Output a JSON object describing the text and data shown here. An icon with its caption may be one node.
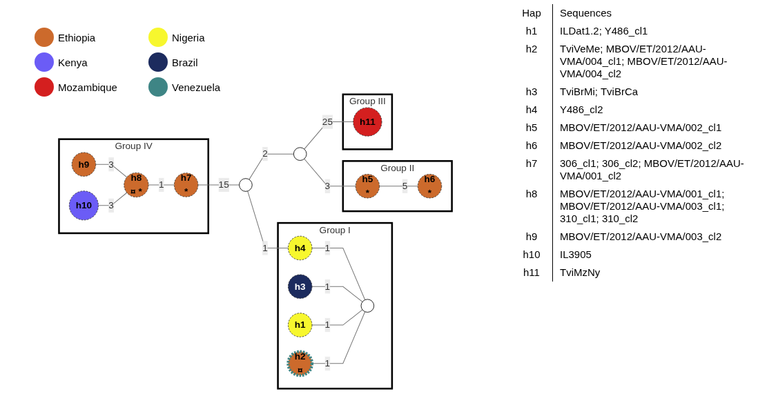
{
  "diagram": {
    "nodes": [
      {
        "text": [
          "Group IV"
        ]
      },
      {
        "text": [
          "h9"
        ],
        "in": 0
      },
      {
        "text": [
          "h10"
        ],
        "in": 0
      },
      {
        "text": [
          "h8",
          "¤ *"
        ],
        "in": 0
      },
      {
        "text": [
          "h7",
          "*"
        ],
        "in": 0
      },
      {
        "text": [
          "Group I"
        ]
      },
      {
        "text": [
          "h3"
        ],
        "in": 5
      },
      {
        "text": [
          "h4"
        ],
        "in": 5
      },
      {
        "text": [],
        "shape": "circle",
        "in": 5
      },
      {
        "text": [
          "h1"
        ],
        "in": 5
      },
      {
        "text": [
          "h2",
          "¤"
        ],
        "in": 5
      },
      {
        "text": [
          "Group II"
        ]
      },
      {
        "text": [
          "h5",
          "*"
        ],
        "in": 11
      },
      {
        "text": [
          "h6",
          "*"
        ],
        "in": 11
      },
      {
        "text": [
          "Group III"
        ]
      },
      {
        "text": [
          "h11"
        ],
        "in": 14
      },
      {
        "text": [],
        "shape": "circle"
      },
      {
        "text": [],
        "shape": "circle"
      }
    ],
    "edges": [
      {
        "from": 1,
        "to": 3,
        "arrow": "none",
        "label": "3"
      },
      {
        "from": 2,
        "to": 3,
        "arrow": "none",
        "label": "3"
      },
      {
        "from": 3,
        "to": 4,
        "arrow": "none",
        "label": "1"
      },
      {
        "from": 4,
        "to": 16,
        "arrow": "none",
        "label": "15"
      },
      {
        "from": 16,
        "to": 7,
        "arrow": "none",
        "label": "1"
      },
      {
        "from": 16,
        "to": 17,
        "arrow": "none",
        "label": "2"
      },
      {
        "from": 17,
        "to": 15,
        "arrow": "none",
        "label": "25"
      },
      {
        "from": 17,
        "to": 12,
        "arrow": "none",
        "label": "3"
      },
      {
        "from": 12,
        "to": 13,
        "arrow": "none",
        "label": "5"
      },
      {
        "from": 7,
        "to": 8,
        "arrow": "none",
        "label": "1"
      },
      {
        "from": 6,
        "to": 8,
        "arrow": "none",
        "label": "1"
      },
      {
        "from": 9,
        "to": 8,
        "arrow": "none",
        "label": "1"
      },
      {
        "from": 10,
        "to": 8,
        "arrow": "none",
        "label": "1"
      }
    ],
    "labels": [
      "Hap",
      "Sequences",
      "h1",
      "ILDat1.2; Y486_cl1",
      "h2",
      "TviVeMe; MBOV/ET/2012/AAU-VMA/004_cl1; MBOV/ET/2012/AAU-VMA/004_cl2",
      "h3",
      "TviBrMi; TviBrCa",
      "h4",
      "Y486_cl2",
      "h5",
      "MBOV/ET/2012/AAU-VMA/002_cl1",
      "h6",
      "MBOV/ET/2012/AAU-VMA/002_cl2",
      "h7",
      "306_cl1; 306_cl2; MBOV/ET/2012/AAU-VMA/001_cl2",
      "h8",
      "MBOV/ET/2012/AAU-VMA/001_cl1; MBOV/ET/2012/AAU-VMA/003_cl1; 310_cl1; 310_cl2",
      "h9",
      "MBOV/ET/2012/AAU-VMA/003_cl2",
      "h10",
      "IL3905",
      "h11",
      "TviMzNy"
    ],
    "legend": [
      {
        "text": "Ethiopia",
        "color": "#cc6a2c"
      },
      {
        "text": "Kenya",
        "color": "#6b5cf6"
      },
      {
        "text": "Mozambique",
        "color": "#d41f1f"
      },
      {
        "text": "Nigeria",
        "color": "#f7f72e"
      },
      {
        "text": "Brazil",
        "color": "#1c2b5e"
      },
      {
        "text": "Venezuela",
        "color": "#3e8585"
      }
    ]
  }
}
